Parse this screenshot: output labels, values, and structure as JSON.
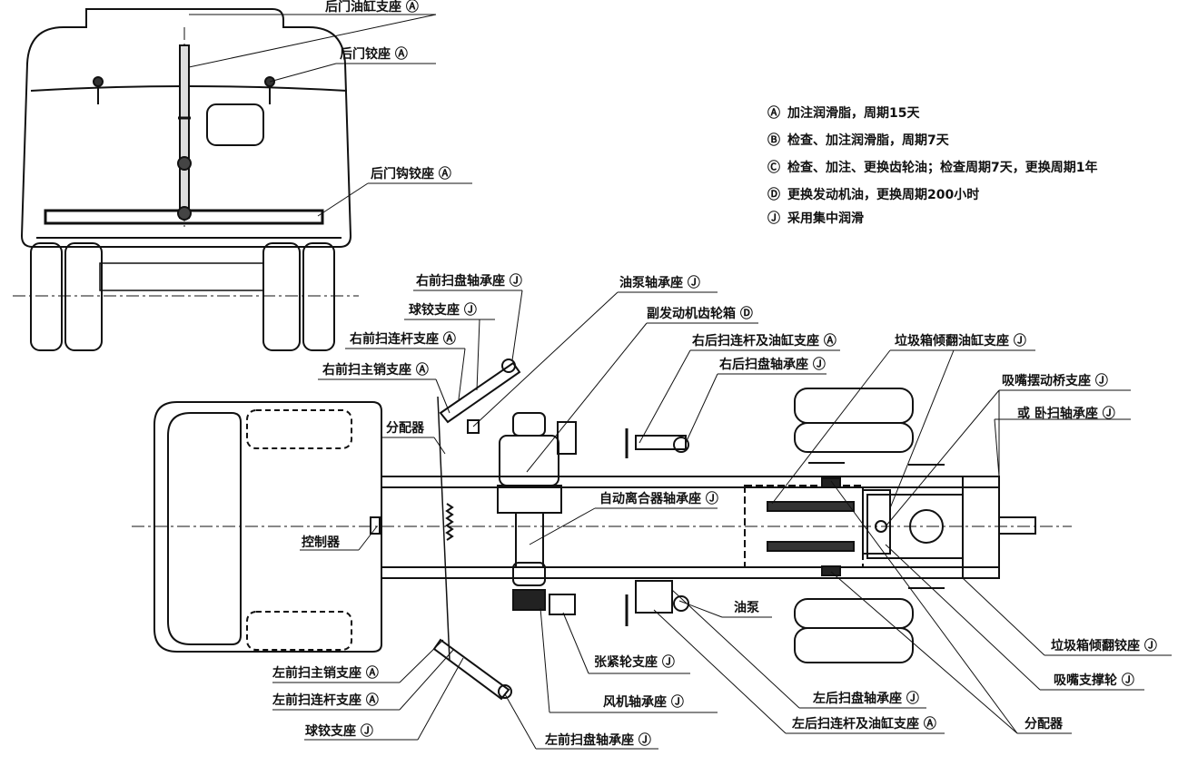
{
  "legend": [
    {
      "code": "Ⓐ",
      "text": "加注润滑脂，周期15天"
    },
    {
      "code": "Ⓑ",
      "text": "检查、加注润滑脂，周期7天"
    },
    {
      "code": "Ⓒ",
      "text": "检查、加注、更换齿轮油；检查周期7天，更换周期1年"
    },
    {
      "code": "Ⓓ",
      "text": "更换发动机油，更换周期200小时"
    },
    {
      "code": "Ⓙ",
      "text": "采用集中润滑"
    }
  ],
  "labels": {
    "rear_door_cyl": "后门油缸支座 Ⓐ",
    "rear_door_hinge": "后门铰座 Ⓐ",
    "rear_door_hook": "后门钩铰座 Ⓐ",
    "rf_brush_bearing": "右前扫盘轴承座 Ⓙ",
    "ball_joint_r": "球铰支座 Ⓙ",
    "rf_link": "右前扫连杆支座 Ⓐ",
    "rf_kingpin": "右前扫主销支座 Ⓐ",
    "pump_bearing": "油泵轴承座 Ⓙ",
    "aux_gearbox": "副发动机齿轮箱 Ⓓ",
    "rr_link_cyl": "右后扫连杆及油缸支座 Ⓐ",
    "rr_brush_bearing": "右后扫盘轴承座 Ⓙ",
    "bin_tilt_cyl": "垃圾箱倾翻油缸支座 Ⓙ",
    "nozzle_swing": "吸嘴摆动桥支座 Ⓙ",
    "mid_brush": "或 卧扫轴承座 Ⓙ",
    "distributor_1": "分配器",
    "controller": "控制器",
    "clutch_bearing": "自动离合器轴承座 Ⓙ",
    "oil_pump": "油泵",
    "tensioner": "张紧轮支座 Ⓙ",
    "fan_bearing": "风机轴承座 Ⓙ",
    "lr_brush_bearing": "左后扫盘轴承座 Ⓙ",
    "lr_link_cyl": "左后扫连杆及油缸支座 Ⓐ",
    "distributor_2": "分配器",
    "bin_tilt_hinge": "垃圾箱倾翻铰座 Ⓙ",
    "nozzle_wheel": "吸嘴支撑轮 Ⓙ",
    "lf_kingpin": "左前扫主销支座 Ⓐ",
    "lf_link": "左前扫连杆支座 Ⓐ",
    "ball_joint_l": "球铰支座 Ⓙ",
    "lf_brush_bearing": "左前扫盘轴承座 Ⓙ"
  }
}
